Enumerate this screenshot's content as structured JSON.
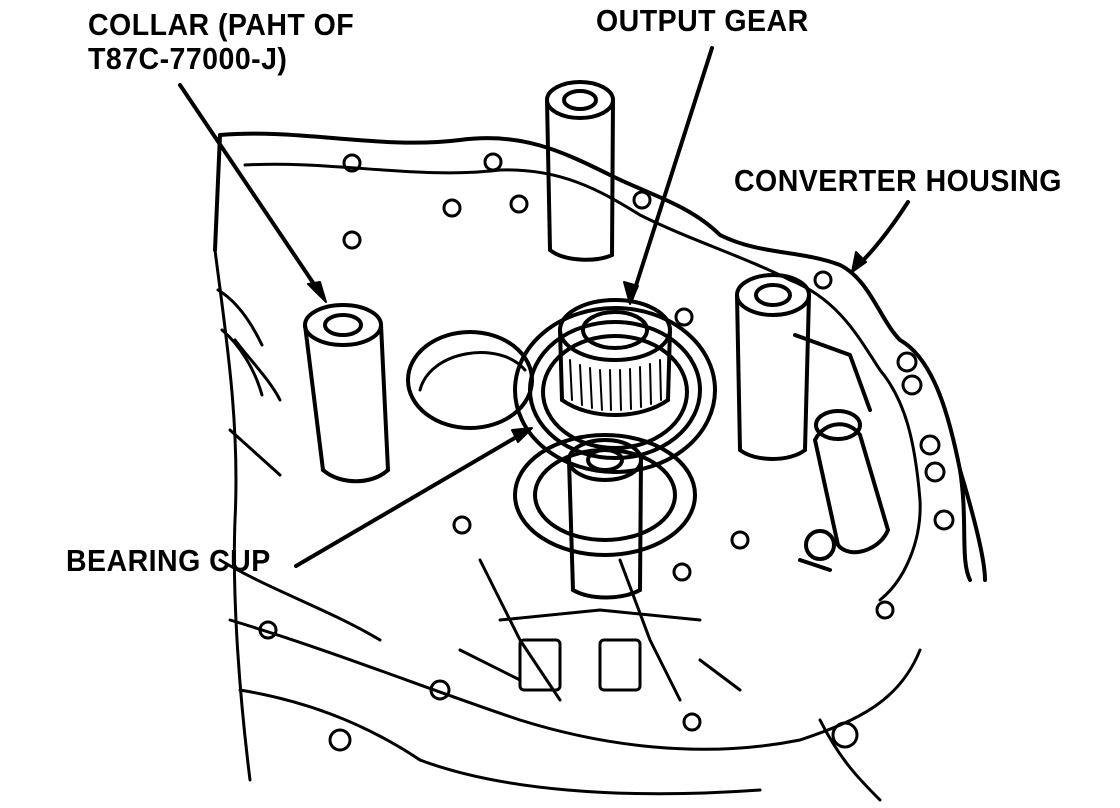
{
  "labels": {
    "collar_line1": "COLLAR (PAHT OF",
    "collar_line2": "T87C-77000-J)",
    "output_gear": "OUTPUT GEAR",
    "converter_housing": "CONVERTER HOUSING",
    "bearing_cup": "BEARING CUP"
  },
  "colors": {
    "ink": "#000000",
    "paper": "#ffffff"
  }
}
